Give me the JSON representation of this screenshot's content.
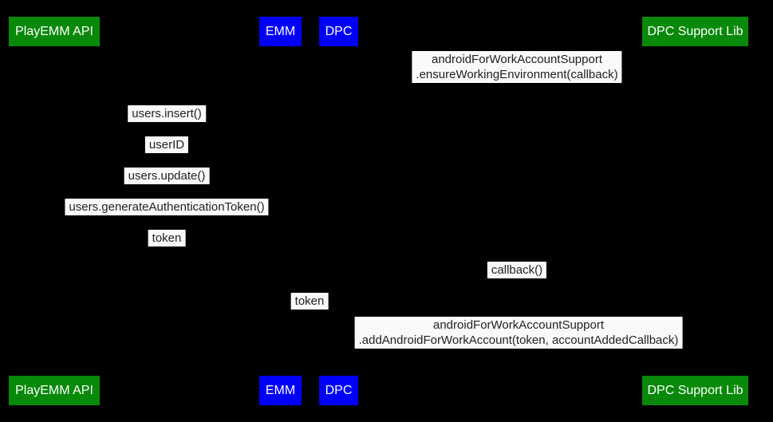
{
  "diagram": {
    "background_color": "#000000",
    "colors": {
      "api_actor": "#098909",
      "component_actor": "#0000fa",
      "label_background": "#fafafa",
      "label_text": "#212121",
      "actor_text": "#ffffff"
    },
    "actors": {
      "playemm_api": "PlayEMM API",
      "emm": "EMM",
      "dpc": "DPC",
      "dpc_support_lib": "DPC Support Lib"
    },
    "messages": {
      "ensure_env_line1": "androidForWorkAccountSupport",
      "ensure_env_line2": ".ensureWorkingEnvironment(callback)",
      "users_insert": "users.insert()",
      "user_id": "userID",
      "users_update": "users.update()",
      "users_generate_token": "users.generateAuthenticationToken()",
      "token_return": "token",
      "callback": "callback()",
      "token_pass": "token",
      "add_account_line1": "androidForWorkAccountSupport",
      "add_account_line2": ".addAndroidForWorkAccount(token, accountAddedCallback)"
    }
  }
}
